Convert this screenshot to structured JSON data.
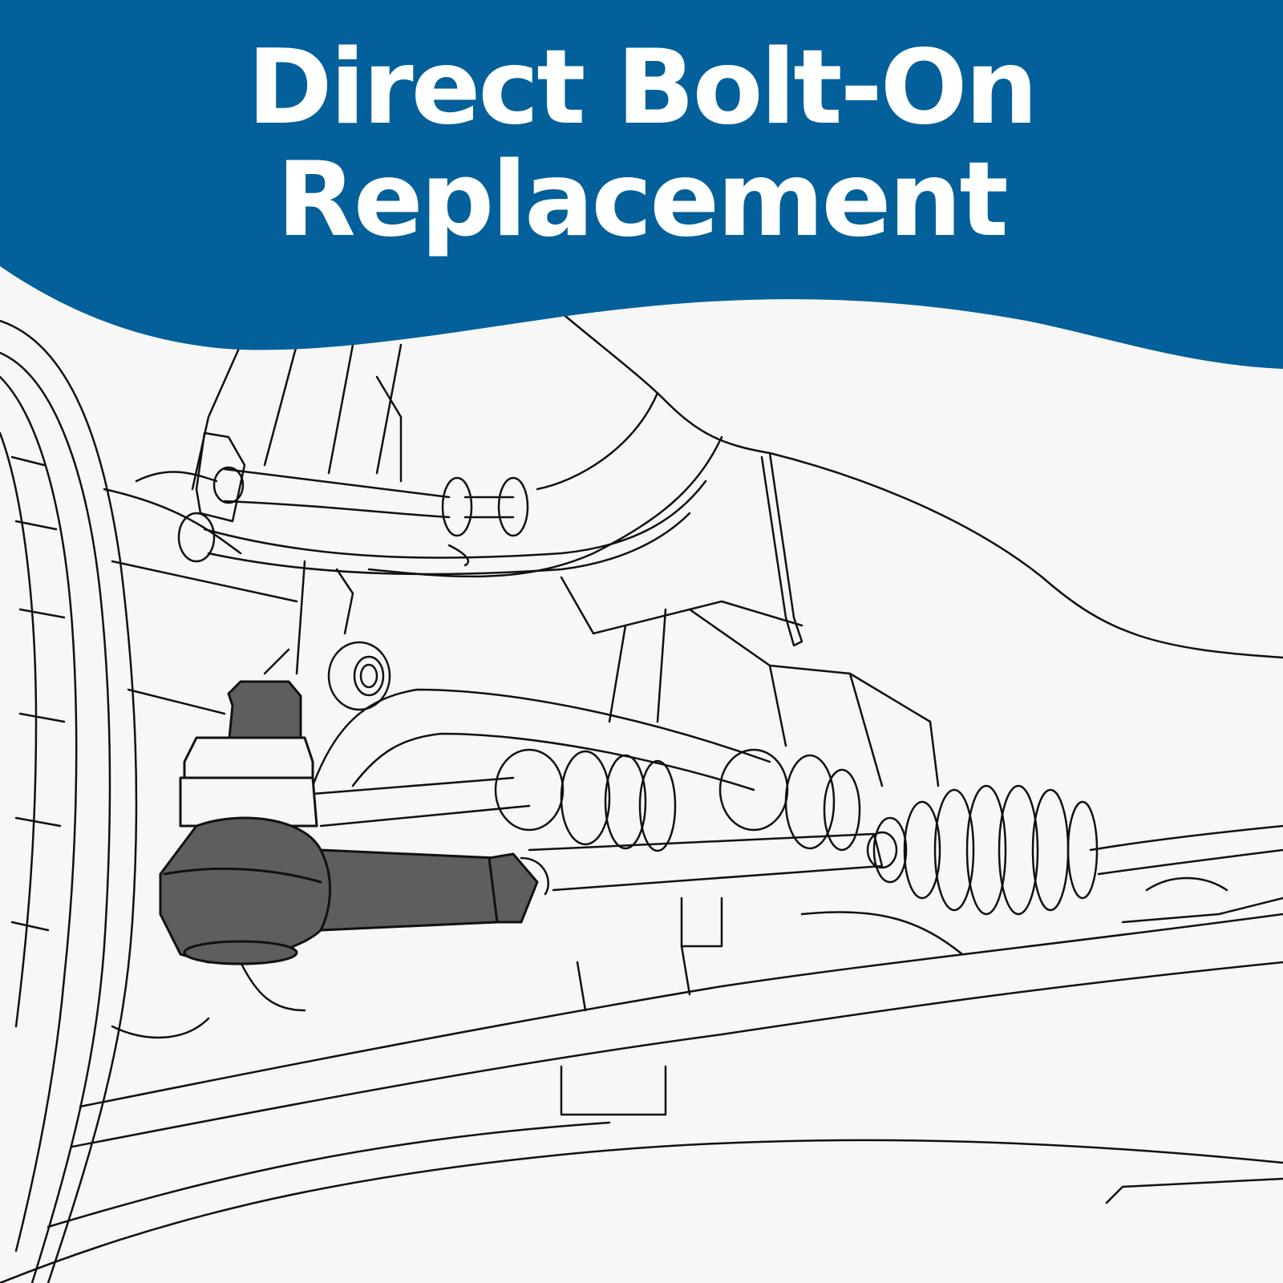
{
  "banner": {
    "line1": "Direct Bolt-On",
    "line2": "Replacement",
    "color": "#03609a",
    "text_color": "#ffffff"
  },
  "illustration": {
    "subject": "steering-linkage-tie-rod-end",
    "line_color": "#111111",
    "highlight_color": "#5e5e5e",
    "background_color": "#f7f7f7"
  }
}
